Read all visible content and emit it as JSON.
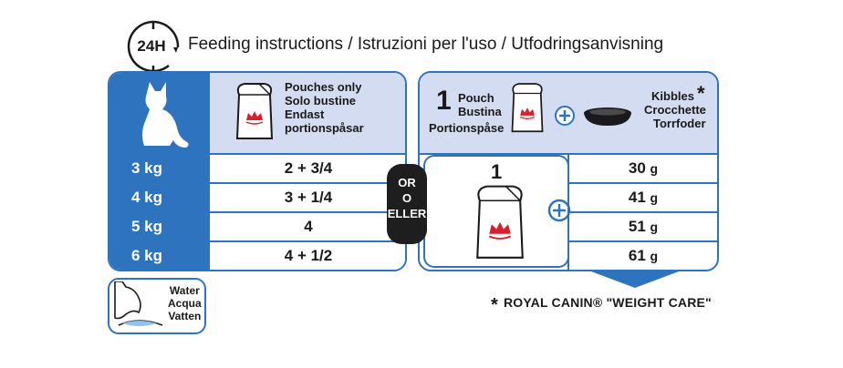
{
  "header": {
    "clock_label": "24H",
    "title": "Feeding instructions / Istruzioni per l'uso / Utfodringsanvisning"
  },
  "left_table": {
    "header_lines": [
      "Pouches only",
      "Solo bustine",
      "Endast",
      "portionspåsar"
    ],
    "rows": [
      {
        "weight": "3 kg",
        "pouches": "2 + 3/4"
      },
      {
        "weight": "4 kg",
        "pouches": "3 + 1/4"
      },
      {
        "weight": "5 kg",
        "pouches": "4"
      },
      {
        "weight": "6 kg",
        "pouches": "4 + 1/2"
      }
    ]
  },
  "or_badge": {
    "lines": [
      "OR",
      "O",
      "ELLER"
    ]
  },
  "right_table": {
    "pouch_count": "1",
    "pouch_lines": [
      "Pouch",
      "Bustina",
      "Portionspåse"
    ],
    "kibbles_lines": [
      "Kibbles",
      "Crocchette",
      "Torrfoder"
    ],
    "kibbles_star": "*",
    "body_pouch_count": "1",
    "unit": "g",
    "kibble_grams": [
      "30",
      "41",
      "51",
      "61"
    ]
  },
  "water": {
    "lines": [
      "Water",
      "Acqua",
      "Vatten"
    ]
  },
  "footnote": {
    "star": "*",
    "text": "ROYAL CANIN® \"WEIGHT CARE\""
  },
  "colors": {
    "brand_blue": "#2e73bd",
    "header_fill": "#d4dcf1",
    "royal_red": "#d6202b",
    "badge_dark": "#1e1e1e"
  }
}
